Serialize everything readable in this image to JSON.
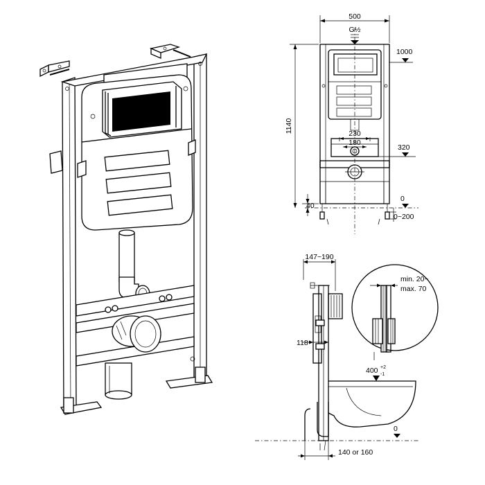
{
  "front_view": {
    "width": "500",
    "connection": "G½",
    "upper_level": "1000",
    "frame_height": "1140",
    "pipe_spacing_outer": "230",
    "pipe_spacing_inner": "180",
    "outlet_level": "320",
    "foot_height": "40",
    "floor_level": "0",
    "foot_adjust_range": "0~200"
  },
  "side_view": {
    "depth_range": "147~190",
    "wall_dimension": "118",
    "bowl_level_main": "400",
    "bowl_level_upper_tol": "+2",
    "bowl_level_lower_tol": "-1",
    "floor_level": "0",
    "base_options": "140 or 160"
  },
  "detail_view": {
    "wall_min": "min. 20~",
    "wall_max": "max. 70"
  }
}
